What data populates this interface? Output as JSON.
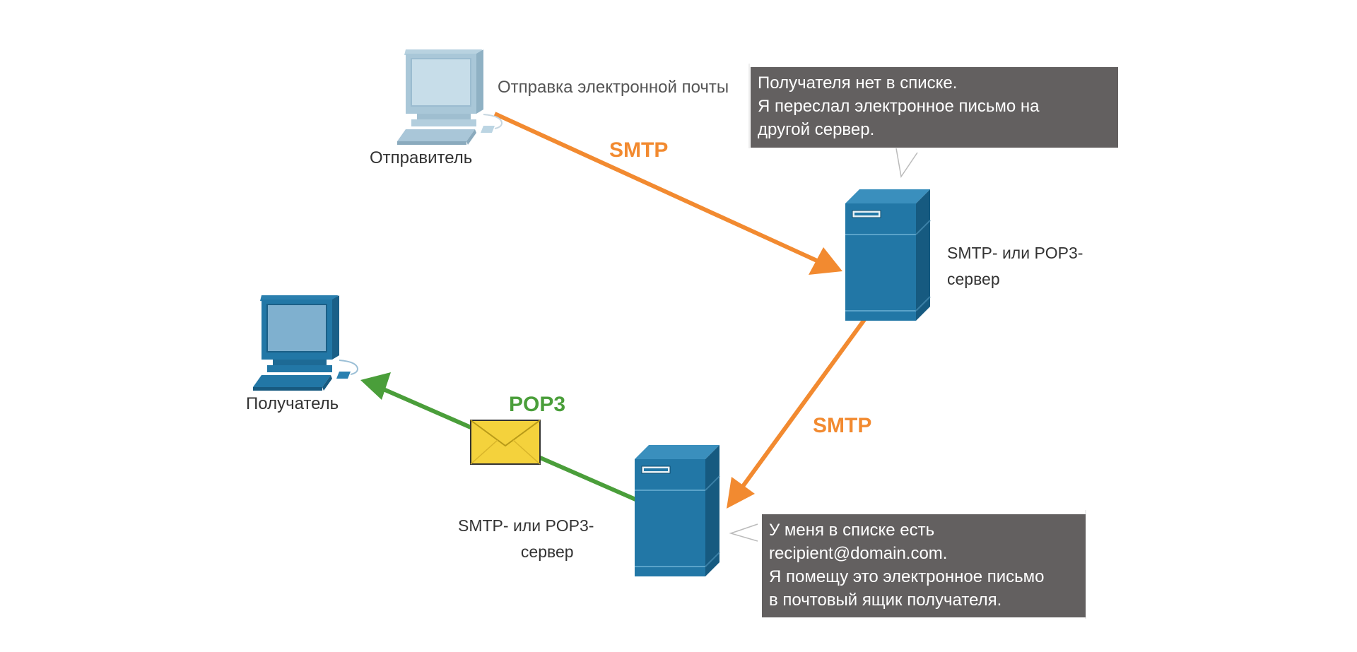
{
  "sender": {
    "label": "Отправитель",
    "action": "Отправка электронной почты"
  },
  "recipient": {
    "label": "Получатель"
  },
  "server_top": {
    "label_line1": "SMTP- или POP3-",
    "label_line2": "сервер"
  },
  "server_bottom": {
    "label_line1": "SMTP- или POP3-",
    "label_line2": "сервер"
  },
  "protocols": {
    "smtp_1": "SMTP",
    "smtp_2": "SMTP",
    "pop3": "POP3"
  },
  "callout_top": {
    "lines": [
      "Получателя нет в списке.",
      "Я переслал электронное письмо на",
      "другой сервер."
    ]
  },
  "callout_bottom": {
    "lines": [
      "У меня в списке есть",
      "recipient@domain.com.",
      "Я помещу это электронное письмо",
      "в почтовый ящик получателя."
    ]
  },
  "colors": {
    "smtp": "#f28a30",
    "pop3": "#4a9e3a",
    "server": "#2277a6",
    "callout": "#636060",
    "envelope": "#f4d23c"
  },
  "icons": [
    "desktop-computer-icon",
    "server-tower-icon",
    "envelope-icon"
  ]
}
